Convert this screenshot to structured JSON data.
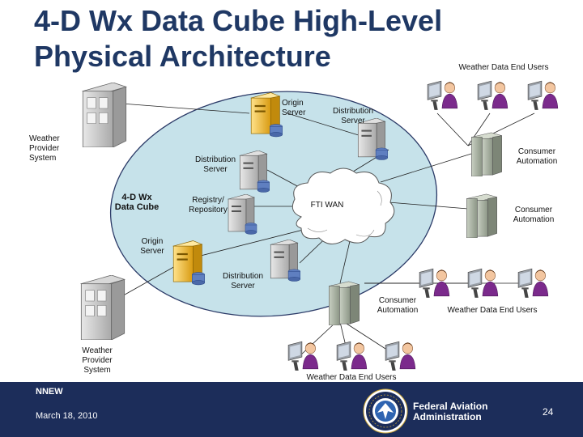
{
  "title": {
    "line1": "4-D Wx Data Cube High-Level",
    "line2": "Physical Architecture"
  },
  "labels": {
    "origin_server_top": "Origin\nServer",
    "distribution_server_top": "Distribution\nServer",
    "weather_provider_top": "Weather\nProvider\nSystem",
    "distribution_server_mid": "Distribution\nServer",
    "data_cube": "4-D Wx\nData Cube",
    "registry": "Registry/\nRepository",
    "fti_wan": "FTI WAN",
    "origin_server_left": "Origin\nServer",
    "distribution_server_bottom": "Distribution\nServer",
    "weather_provider_bottom": "Weather\nProvider\nSystem",
    "consumer_automation_1": "Consumer\nAutomation",
    "consumer_automation_2": "Consumer\nAutomation",
    "consumer_automation_3": "Consumer\nAutomation",
    "end_users_top": "Weather Data End Users",
    "end_users_right": "Weather Data End Users",
    "end_users_bottom": "Weather Data End Users"
  },
  "footer": {
    "program": "NNEW",
    "date": "March 18, 2010",
    "agency": "Federal Aviation\nAdministration",
    "page_number": "24"
  },
  "colors": {
    "title": "#1f3864",
    "cube_fill": "#c6e2ea",
    "footer": "#1c2d5a",
    "user_shirt": "#7b2a8c",
    "server_yellow": "#f2b61f"
  },
  "icons": [
    "server-tower-icon",
    "workstation-user-icon",
    "cloud-icon",
    "faa-seal-icon"
  ]
}
